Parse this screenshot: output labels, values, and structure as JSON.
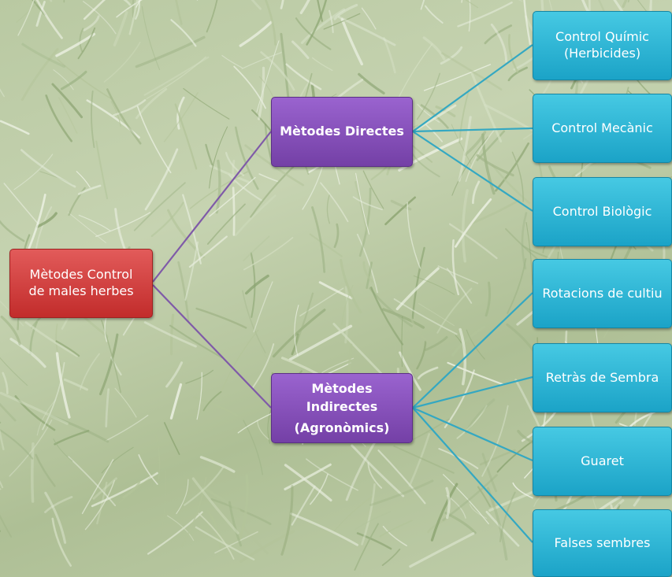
{
  "root": {
    "label": "Mètodes Control de males herbes",
    "lines": [
      "Mètodes Control",
      "de males herbes"
    ]
  },
  "direct": {
    "label": "Mètodes Directes",
    "children": [
      "Control Químic (Herbicides)",
      "Control Mecànic",
      "Control Biològic"
    ],
    "child0_lines": [
      "Control Químic",
      "(Herbicides)"
    ]
  },
  "indirect": {
    "lines": [
      "Mètodes",
      "Indirectes",
      "(Agronòmics)"
    ],
    "children": [
      "Rotacions de cultiu",
      "Retràs de Sembra",
      "Guaret",
      "Falses sembres"
    ]
  },
  "colors": {
    "root": "#c82f2e",
    "category": "#8150b8",
    "leaf": "#2bb3d3",
    "branch_root": "#7f5aa8",
    "branch_leaf": "#34a8c2"
  }
}
